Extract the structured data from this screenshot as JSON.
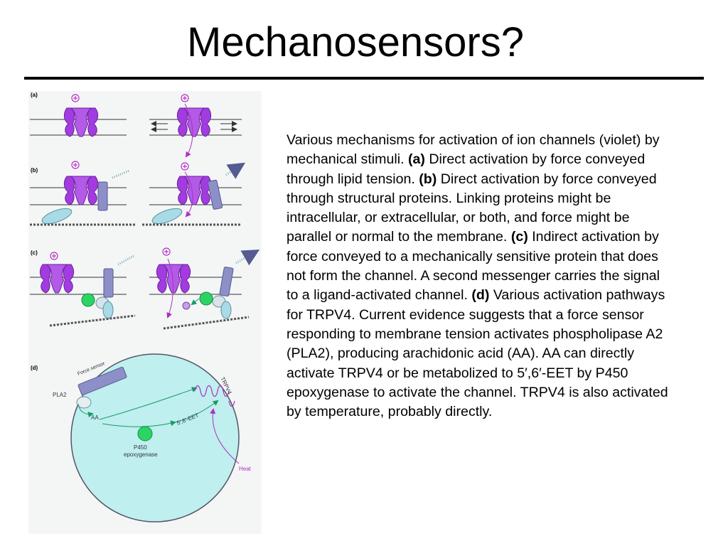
{
  "slide": {
    "title": "Mechanosensors?"
  },
  "figure": {
    "panel_labels": [
      "(a)",
      "(b)",
      "(c)",
      "(d)"
    ],
    "labels": {
      "force_sensor": "Force sensor",
      "pla2": "PLA2",
      "aa": "AA",
      "trpv4": "TRPV4",
      "eet": "5′,6′-EET",
      "p450": "P450",
      "epoxygenase": "epoxygenase",
      "heat": "Heat"
    },
    "colors": {
      "channel": "#a23be0",
      "membrane": "#333333",
      "cell_fill": "#bfefef",
      "panel_bg": "#f4f6f6",
      "green": "#2bd463",
      "pathway": "#1a9a66",
      "heat": "#b030c0",
      "structural": "#8d8fc8",
      "linker": "#a9dbe6"
    }
  },
  "caption": {
    "intro": "Various mechanisms for activation of ion channels (violet) by mechanical stimuli. ",
    "a_label": "(a)",
    "a_text": " Direct activation by force conveyed through lipid tension. ",
    "b_label": "(b)",
    "b_text": " Direct activation by force conveyed through structural proteins. Linking proteins might be intracellular, or extracellular, or both, and force might be parallel or normal to the membrane. ",
    "c_label": "(c)",
    "c_text": " Indirect activation by force conveyed to a mechanically sensitive protein that does not form the channel. A second messenger carries the signal to a ligand-activated channel. ",
    "d_label": "(d)",
    "d_text": " Various activation pathways for TRPV4. Current evidence suggests that a force sensor responding to membrane tension activates phospholipase A2 (PLA2), producing arachidonic acid (AA). AA can directly activate TRPV4 or be metabolized to 5′,6′-EET by P450 epoxygenase to activate the channel. TRPV4 is also activated by temperature, probably directly."
  }
}
